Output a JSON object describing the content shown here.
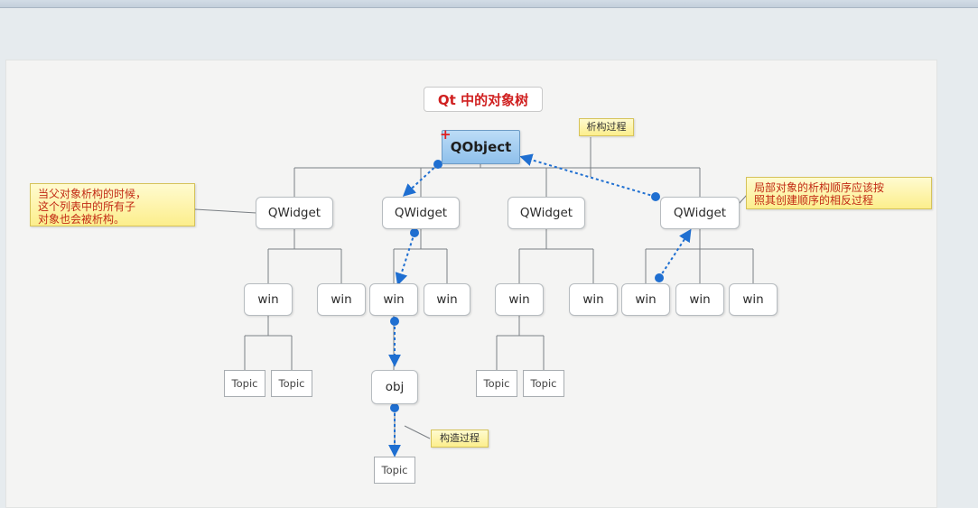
{
  "diagram": {
    "title": "Qt 中的对象树",
    "root": {
      "label": "QObject",
      "marker": "+"
    },
    "widgets": [
      "QWidget",
      "QWidget",
      "QWidget",
      "QWidget"
    ],
    "wins": [
      "win",
      "win",
      "win",
      "win",
      "win",
      "win",
      "win",
      "win",
      "win"
    ],
    "obj": "obj",
    "topics": [
      "Topic",
      "Topic",
      "Topic",
      "Topic",
      "Topic"
    ],
    "callouts": {
      "parent_destroy": "当父对象析构的时候，\n这个列表中的所有子\n对象也会被析构。",
      "local_destroy": "局部对象的析构顺序应该按\n照其创建顺序的相反过程",
      "destruct_process": "析构过程",
      "construct_process": "构造过程"
    },
    "colors": {
      "arrow": "#1f6fd1",
      "callout_text": "#c22a14",
      "title_text": "#d02020",
      "root_fill": "#a7cff2"
    }
  }
}
